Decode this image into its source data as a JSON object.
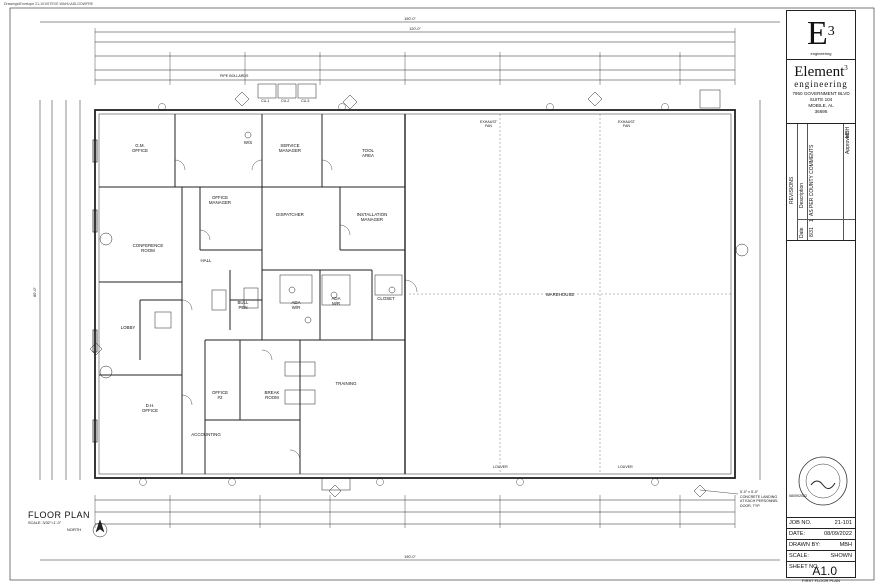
{
  "header_path": "Drawings\\Envelope 21-101\\STEVE WAHL\\ADLGOWFRE",
  "floor_plan": {
    "title": "FLOOR PLAN",
    "scale": "SCALE: 3/32\"=1'-0\"",
    "north_label": "NORTH",
    "overall_dims": {
      "top": "190'-0\"",
      "second": "120'-0\"",
      "left_height": "80'-0\"",
      "bottom": "190'-0\""
    },
    "rooms": [
      {
        "id": "gm",
        "label": "G.M.\nOFFICE"
      },
      {
        "id": "ws",
        "label": "W/S"
      },
      {
        "id": "svc",
        "label": "SERVICE\nMANAGER"
      },
      {
        "id": "tool",
        "label": "TOOL\nAREA"
      },
      {
        "id": "off",
        "label": "OFFICE\nMANAGER"
      },
      {
        "id": "disp",
        "label": "DISPATCHER"
      },
      {
        "id": "inst",
        "label": "INSTALLATION\nMANAGER"
      },
      {
        "id": "conf",
        "label": "CONFERENCE\nROOM"
      },
      {
        "id": "hall",
        "label": "HALL"
      },
      {
        "id": "bull",
        "label": "BULL\nPEN"
      },
      {
        "id": "closet",
        "label": "CLOSET"
      },
      {
        "id": "lobby",
        "label": "LOBBY"
      },
      {
        "id": "training",
        "label": "TRAINING"
      },
      {
        "id": "warehouse",
        "label": "WAREHOUSE"
      },
      {
        "id": "dh",
        "label": "D.H.\nOFFICE"
      },
      {
        "id": "off2",
        "label": "OFFICE\n#2"
      },
      {
        "id": "break",
        "label": "BREAK\nROOM"
      },
      {
        "id": "acct",
        "label": "ACCOUNTING"
      },
      {
        "id": "ada1",
        "label": "ADA\nW/R"
      },
      {
        "id": "ada2",
        "label": "ADA\nM/R"
      }
    ],
    "tags": {
      "cu1": "CU-1",
      "cu2": "CU-2",
      "cu3": "CU-3",
      "pipe_bollards": "PIPE BOLLARDS",
      "exhaust1": "EXHAUST\nFAN",
      "exhaust2": "EXHAUST\nFAN",
      "louver1": "LOUVER",
      "louver2": "LOUVER",
      "landing_note": "5'-0\" x 5'-0\"\nCONCRETE LANDING\nAT EACH PERSONNEL\nDOOR, TYP."
    }
  },
  "title_block": {
    "logo_main": "E",
    "logo_sup": "3",
    "logo_sub": "engineering",
    "firm_name": "Element",
    "firm_sup": "3",
    "firm_sub": "engineering",
    "address": [
      "7950 GOVERNMENT BLVD",
      "SUITE 104",
      "MOBILE, AL",
      "36695"
    ],
    "revisions": {
      "label": "REVISIONS",
      "headers": [
        "Date",
        "Description",
        "Approved"
      ],
      "rows": [
        {
          "no": "1",
          "date": "8/31",
          "description": "AS PER COUNTY COMMENTS",
          "approved": "MBH"
        }
      ]
    },
    "seal_date": "08/09/2022",
    "job_label": "JOB NO.",
    "job_value": "21-101",
    "date_label": "DATE:",
    "date_value": "08/09/2022",
    "drawn_label": "DRAWN BY:",
    "drawn_value": "MBH",
    "scale_label": "SCALE:",
    "scale_value": "SHOWN",
    "sheet_label": "SHEET NO.",
    "sheet_value": "A1.0",
    "sheet_caption": "FIRST FLOOR PLAN"
  }
}
